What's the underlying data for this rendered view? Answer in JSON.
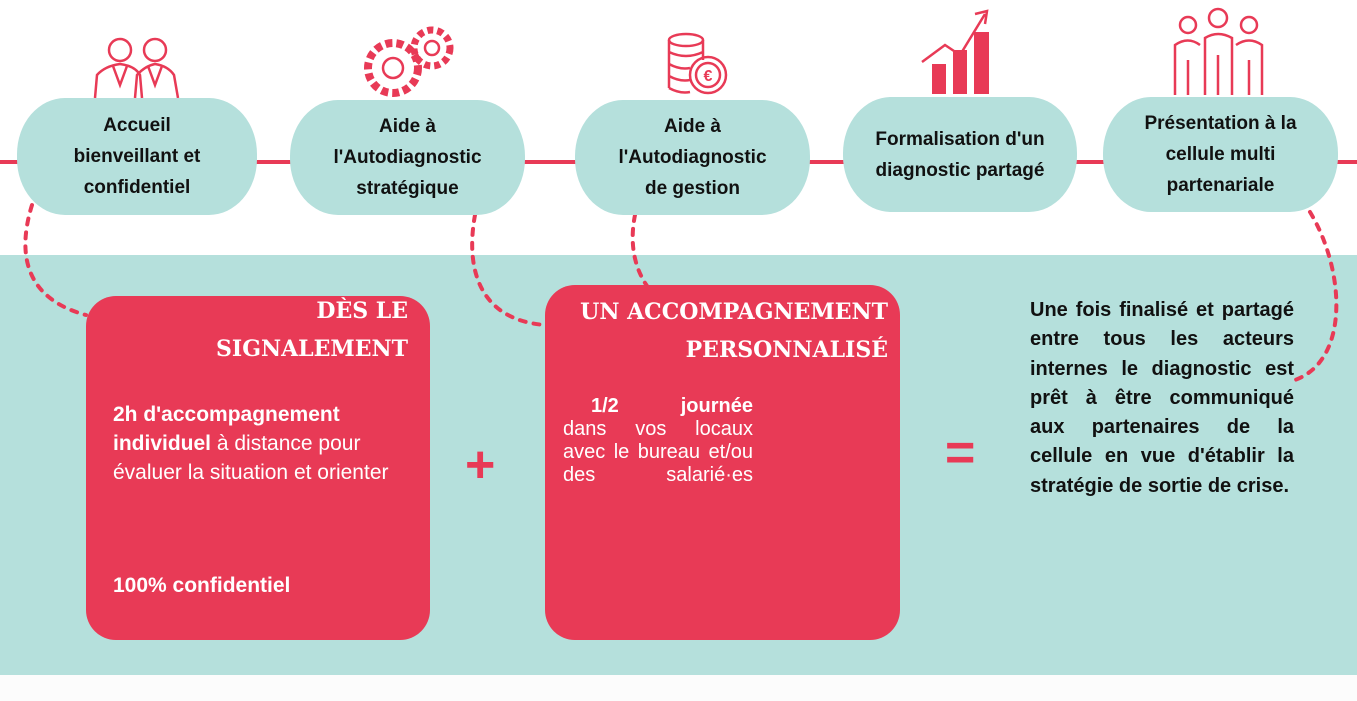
{
  "colors": {
    "accent": "#e83a56",
    "teal": "#b5e0dc"
  },
  "steps": [
    {
      "label": "Accueil bienveillant et confidentiel",
      "icon": "business-people-icon"
    },
    {
      "label": "Aide à l'Autodiagnostic stratégique",
      "icon": "gears-icon"
    },
    {
      "label": "Aide à l'Autodiagnostic de gestion",
      "icon": "coins-euro-icon"
    },
    {
      "label": "Formalisation d'un diagnostic partagé",
      "icon": "growth-chart-icon"
    },
    {
      "label": "Présentation à la cellule multi partenariale",
      "icon": "group-people-icon"
    }
  ],
  "box1": {
    "title_line1": "DÈS LE",
    "title_line2": "SIGNALEMENT",
    "bold1": "2h d'accompagnement individuel",
    "text1": " à distance pour évaluer la situation et orienter",
    "footer": "100% confidentiel"
  },
  "box2": {
    "title_line1": "UN ACCOMPAGNEMENT",
    "title_line2": "PERSONNALISÉ",
    "bold1": "1/2 journée",
    "text1": "dans vos locaux avec le bureau et/ou des salarié·es"
  },
  "operators": {
    "plus": "+",
    "equals": "="
  },
  "conclusion": "Une fois finalisé et partagé entre tous les acteurs internes le diagnostic est prêt à être communiqué aux partenaires de la cellule en vue d'établir la stratégie de sortie de crise."
}
